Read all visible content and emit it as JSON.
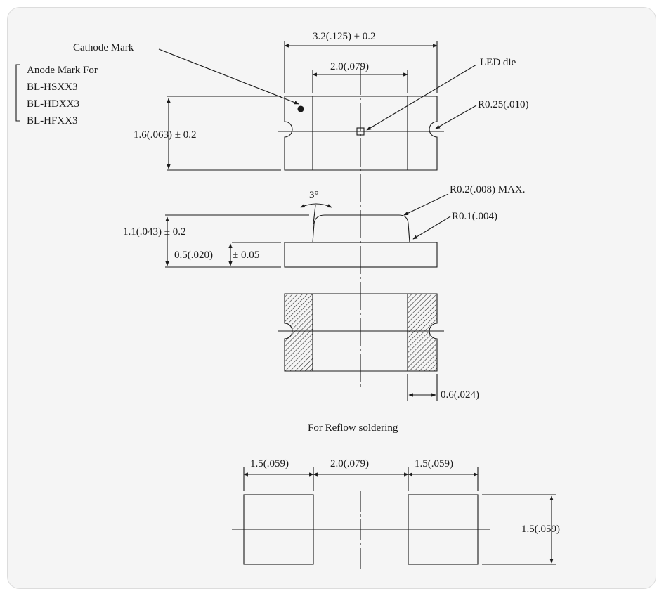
{
  "labels": {
    "cathode_mark": "Cathode Mark",
    "anode_mark_for": "Anode Mark For",
    "part1": "BL-HSXX3",
    "part2": "BL-HDXX3",
    "part3": "BL-HFXX3",
    "led_die": "LED die",
    "width_dim": "3.2(.125) ± 0.2",
    "die_width_dim": "2.0(.079)",
    "corner_radius": "R0.25(.010)",
    "height_dim": "1.6(.063) ± 0.2",
    "angle": "3°",
    "top_radius": "R0.2(.008) MAX.",
    "base_radius": "R0.1(.004)",
    "total_height_dim": "1.1(.043) ± 0.2",
    "base_height_dim": "0.5(.020)",
    "base_height_tol": "± 0.05",
    "pad_width_dim": "0.6(.024)",
    "reflow_title": "For Reflow soldering",
    "pad1_width": "1.5(.059)",
    "pad_gap": "2.0(.079)",
    "pad2_width": "1.5(.059)",
    "pad_height": "1.5(.059)"
  },
  "colors": {
    "line": "#1a1a1a",
    "background": "#f5f5f5",
    "hatch": "#2a2a2a"
  }
}
